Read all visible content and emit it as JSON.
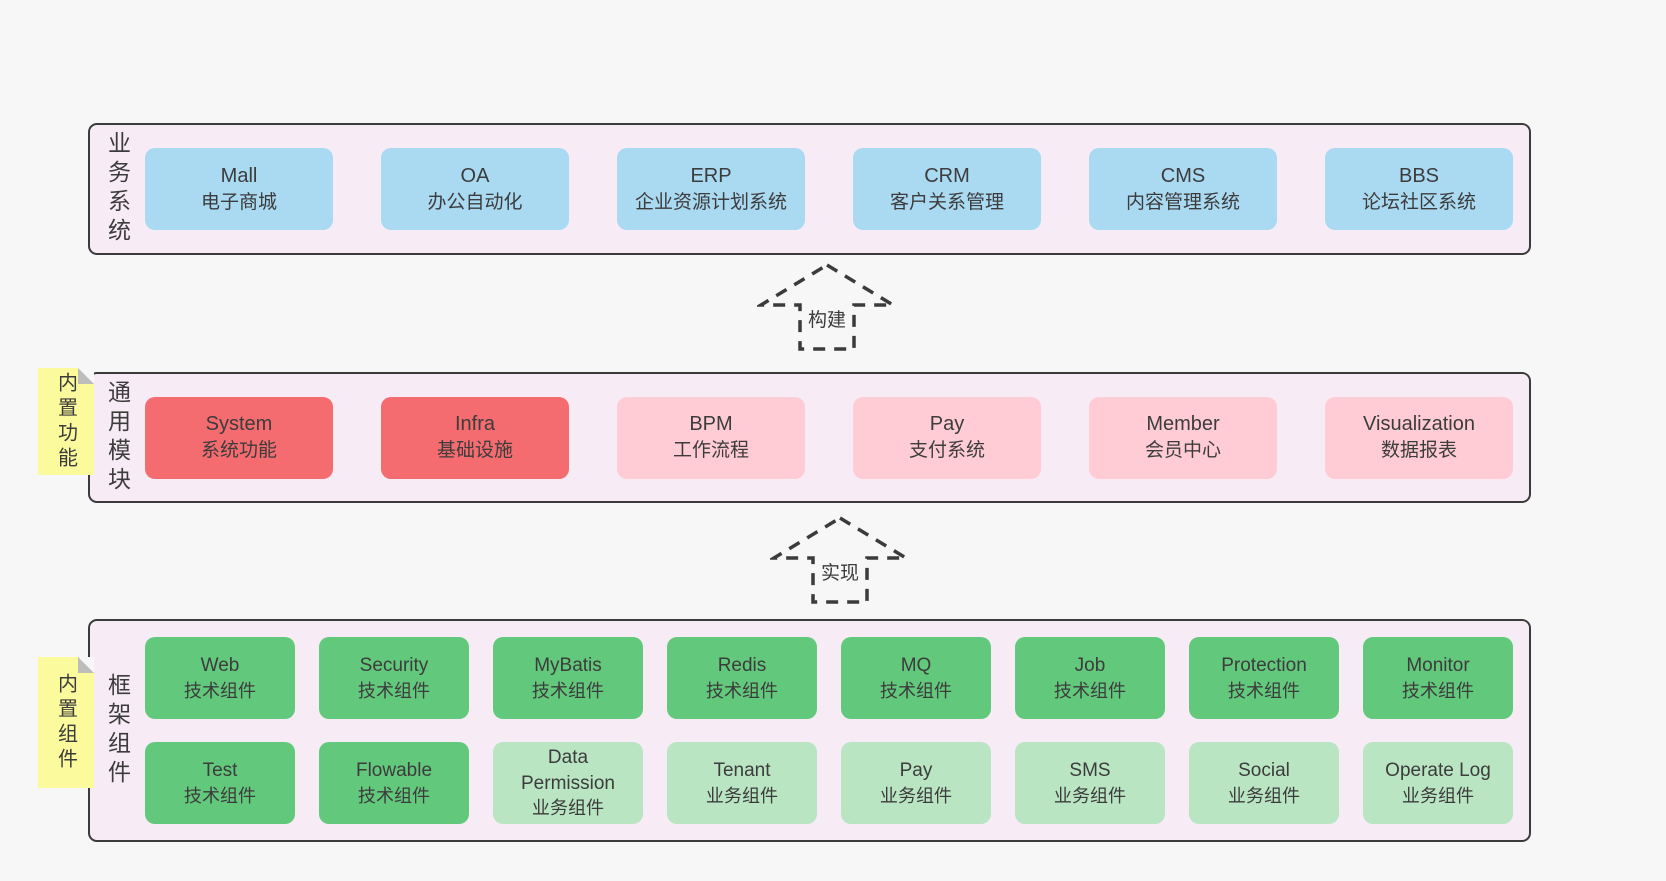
{
  "page_bg": "#f7f7f7",
  "colors": {
    "page_bg": "#f7f7f7",
    "band_bg": "#f7ecf5",
    "band_border": "#3b3b3b",
    "blue": "#aad9f2",
    "red": "#f56c70",
    "pink": "#ffccd5",
    "green": "#62c87c",
    "light_green": "#b9e5c3",
    "note_yellow": "#fbfa9d",
    "note_fold": "#bdbdbd",
    "text": "#3c3c3c"
  },
  "arrows": [
    {
      "label": "构建"
    },
    {
      "label": "实现"
    }
  ],
  "bands": [
    {
      "label": "业务系统",
      "note": null,
      "rows": [
        [
          {
            "en": "Mall",
            "zh": "电子商城",
            "color": "blue"
          },
          {
            "en": "OA",
            "zh": "办公自动化",
            "color": "blue"
          },
          {
            "en": "ERP",
            "zh": "企业资源计划系统",
            "color": "blue"
          },
          {
            "en": "CRM",
            "zh": "客户关系管理",
            "color": "blue"
          },
          {
            "en": "CMS",
            "zh": "内容管理系统",
            "color": "blue"
          },
          {
            "en": "BBS",
            "zh": "论坛社区系统",
            "color": "blue"
          }
        ]
      ]
    },
    {
      "label": "通用模块",
      "note": "内置功能",
      "rows": [
        [
          {
            "en": "System",
            "zh": "系统功能",
            "color": "red"
          },
          {
            "en": "Infra",
            "zh": "基础设施",
            "color": "red"
          },
          {
            "en": "BPM",
            "zh": "工作流程",
            "color": "pink"
          },
          {
            "en": "Pay",
            "zh": "支付系统",
            "color": "pink"
          },
          {
            "en": "Member",
            "zh": "会员中心",
            "color": "pink"
          },
          {
            "en": "Visualization",
            "zh": "数据报表",
            "color": "pink"
          }
        ]
      ]
    },
    {
      "label": "框架组件",
      "note": "内置组件",
      "rows": [
        [
          {
            "en": "Web",
            "zh": "技术组件",
            "color": "green"
          },
          {
            "en": "Security",
            "zh": "技术组件",
            "color": "green"
          },
          {
            "en": "MyBatis",
            "zh": "技术组件",
            "color": "green"
          },
          {
            "en": "Redis",
            "zh": "技术组件",
            "color": "green"
          },
          {
            "en": "MQ",
            "zh": "技术组件",
            "color": "green"
          },
          {
            "en": "Job",
            "zh": "技术组件",
            "color": "green"
          },
          {
            "en": "Protection",
            "zh": "技术组件",
            "color": "green"
          },
          {
            "en": "Monitor",
            "zh": "技术组件",
            "color": "green"
          }
        ],
        [
          {
            "en": "Test",
            "zh": "技术组件",
            "color": "green"
          },
          {
            "en": "Flowable",
            "zh": "技术组件",
            "color": "green"
          },
          {
            "en": "Data Permission",
            "zh": "业务组件",
            "color": "light_green"
          },
          {
            "en": "Tenant",
            "zh": "业务组件",
            "color": "light_green"
          },
          {
            "en": "Pay",
            "zh": "业务组件",
            "color": "light_green"
          },
          {
            "en": "SMS",
            "zh": "业务组件",
            "color": "light_green"
          },
          {
            "en": "Social",
            "zh": "业务组件",
            "color": "light_green"
          },
          {
            "en": "Operate Log",
            "zh": "业务组件",
            "color": "light_green"
          }
        ]
      ]
    }
  ]
}
